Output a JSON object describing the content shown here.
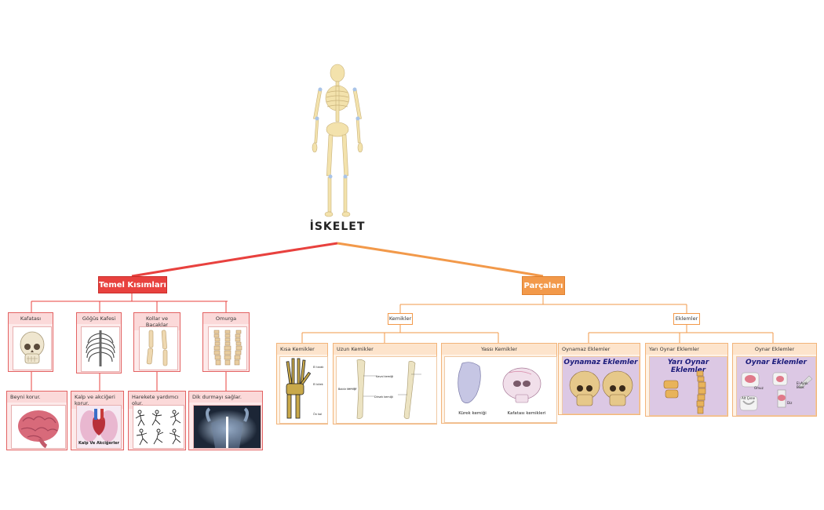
{
  "title": "İSKELET",
  "left": {
    "header": "Temel Kısımları",
    "items": [
      {
        "label": "Kafatası",
        "desc": "Beyni korur."
      },
      {
        "label": "Göğüs Kafesi",
        "desc": "Kalp ve akciğeri korur.",
        "image_caption": "Kalp Ve Akciğerler"
      },
      {
        "label": "Kollar ve Bacaklar",
        "desc": "Harekete yardımcı olur."
      },
      {
        "label": "Omurga",
        "desc": "Dik durmayı sağlar."
      }
    ]
  },
  "right": {
    "header": "Parçaları",
    "kemikler": {
      "label": "Kemikler",
      "cards": [
        {
          "label": "Kısa Kemikler"
        },
        {
          "label": "Uzun Kemikler"
        },
        {
          "label": "Yassı Kemikler",
          "captions": [
            "Kürek kemiği",
            "Kafatası kemikleri"
          ]
        }
      ]
    },
    "eklemler": {
      "label": "Eklemler",
      "cards": [
        {
          "label": "Oynamaz Eklemler",
          "image_title": "Oynamaz Eklemler"
        },
        {
          "label": "Yarı Oynar Eklemler",
          "image_title": "Yarı Oynar Eklemler"
        },
        {
          "label": "Oynar Eklemler",
          "image_title": "Oynar Eklemler",
          "captions": [
            "Omuz",
            "El-Ayak Bilek",
            "Alt Çene",
            "Diz"
          ]
        }
      ]
    }
  },
  "colors": {
    "red": "#e8413e",
    "orange": "#f2994a"
  }
}
